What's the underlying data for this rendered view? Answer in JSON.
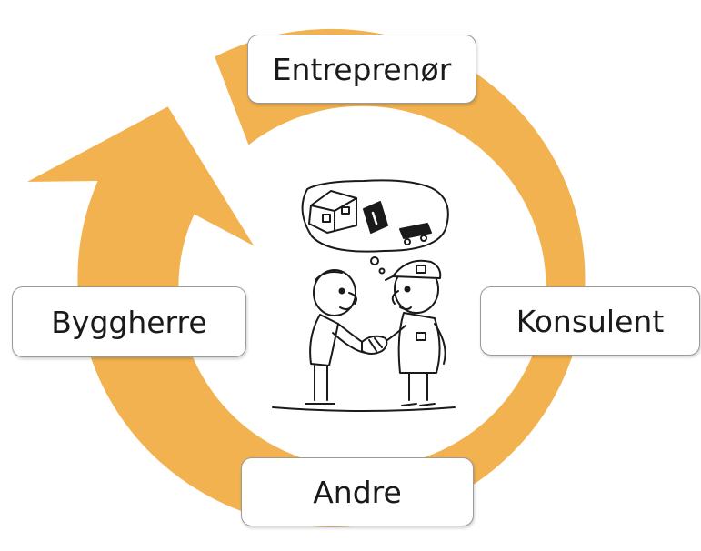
{
  "diagram": {
    "colors": {
      "cycle_fill": "#F2B24F",
      "cycle_outline": "#ffffff",
      "box_fill": "#ffffff",
      "box_border": "#9a9a9a",
      "text": "#1a1a1a",
      "sketch_line": "#1a1a1a"
    },
    "roles": {
      "top": "Entreprenør",
      "left": "Byggherre",
      "right": "Konsulent",
      "bottom": "Andre"
    },
    "illustration": {
      "subject": "two-people-shaking-hands",
      "thought_bubble": "house-and-building-plans"
    }
  }
}
